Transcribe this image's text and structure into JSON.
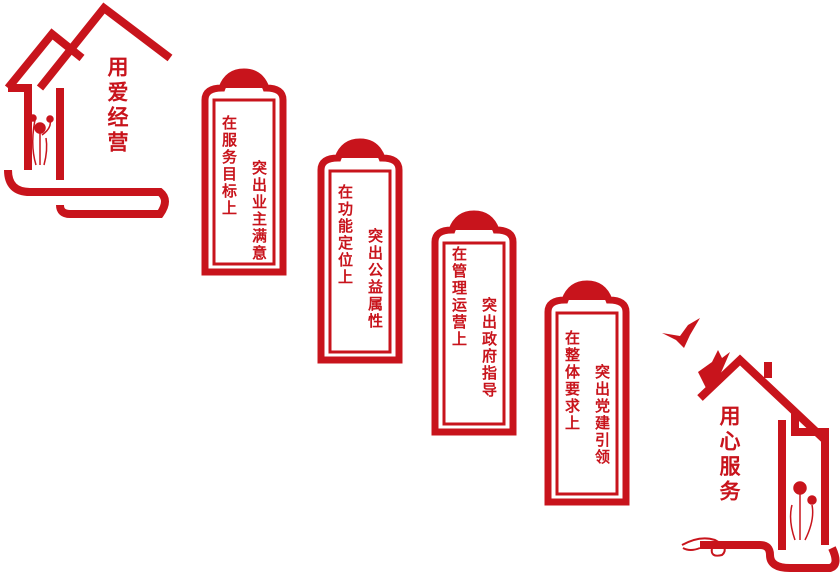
{
  "colors": {
    "primary": "#c8141c",
    "background": "#ffffff"
  },
  "house_left": {
    "text": "用爱经营"
  },
  "house_right": {
    "text": "用心服务"
  },
  "panels": [
    {
      "col1": "在服务目标上",
      "col2": "突出业主满意"
    },
    {
      "col1": "在功能定位上",
      "col2": "突出公益属性"
    },
    {
      "col1": "在管理运营上",
      "col2": "突出政府指导"
    },
    {
      "col1": "在整体要求上",
      "col2": "突出党建引领"
    }
  ],
  "icons": [
    "house-frame-icon",
    "lotus-icon",
    "dove-icon",
    "cloud-icon"
  ]
}
